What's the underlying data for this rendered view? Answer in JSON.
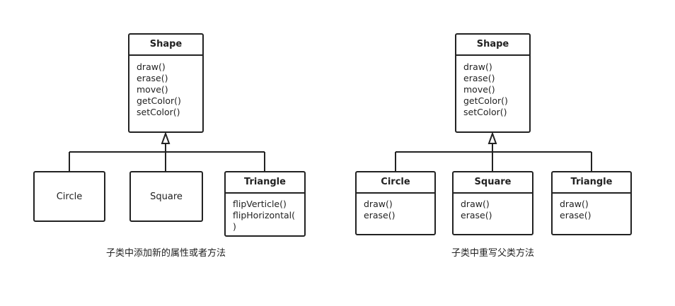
{
  "left_diagram": {
    "parent": {
      "name": "Shape",
      "methods": [
        "draw()",
        "erase()",
        "move()",
        "getColor()",
        "setColor()"
      ]
    },
    "children": [
      {
        "name": "Circle"
      },
      {
        "name": "Square"
      },
      {
        "name": "Triangle",
        "methods": [
          "flipVerticle()",
          "flipHorizontal(",
          ")"
        ]
      }
    ],
    "caption": "子类中添加新的属性或者方法"
  },
  "right_diagram": {
    "parent": {
      "name": "Shape",
      "methods": [
        "draw()",
        "erase()",
        "move()",
        "getColor()",
        "setColor()"
      ]
    },
    "children": [
      {
        "name": "Circle",
        "methods": [
          "draw()",
          "erase()"
        ]
      },
      {
        "name": "Square",
        "methods": [
          "draw()",
          "erase()"
        ]
      },
      {
        "name": "Triangle",
        "methods": [
          "draw()",
          "erase()"
        ]
      }
    ],
    "caption": "子类中重写父类方法"
  }
}
